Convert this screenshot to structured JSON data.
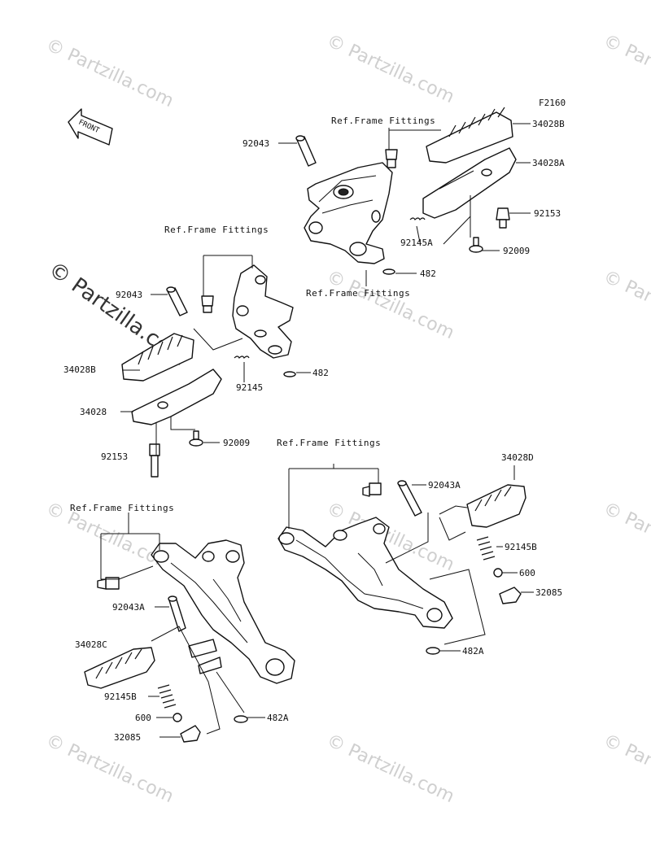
{
  "diagram_code": "F2160",
  "front_label": "FRONT",
  "watermark": {
    "text": "© Partzilla.com"
  },
  "labels": {
    "ref_frame_1": "Ref.Frame Fittings",
    "ref_frame_2": "Ref.Frame Fittings",
    "ref_frame_3": "Ref.Frame Fittings",
    "ref_frame_4": "Ref.Frame Fittings",
    "ref_frame_5": "Ref.Frame Fittings",
    "p92043_a": "92043",
    "p34028B_a": "34028B",
    "p34028A": "34028A",
    "p92153_a": "92153",
    "p92145A": "92145A",
    "p92009_a": "92009",
    "p482_a": "482",
    "p92043_b": "92043",
    "p34028B_b": "34028B",
    "p34028": "34028",
    "p92145": "92145",
    "p482_b": "482",
    "p92009_b": "92009",
    "p92153_b": "92153",
    "p34028D": "34028D",
    "p92043A_a": "92043A",
    "p92145B_a": "92145B",
    "p600_a": "600",
    "p32085_a": "32085",
    "p482A_a": "482A",
    "p92043A_b": "92043A",
    "p34028C": "34028C",
    "p92145B_b": "92145B",
    "p600_b": "600",
    "p32085_b": "32085",
    "p482A_b": "482A"
  }
}
